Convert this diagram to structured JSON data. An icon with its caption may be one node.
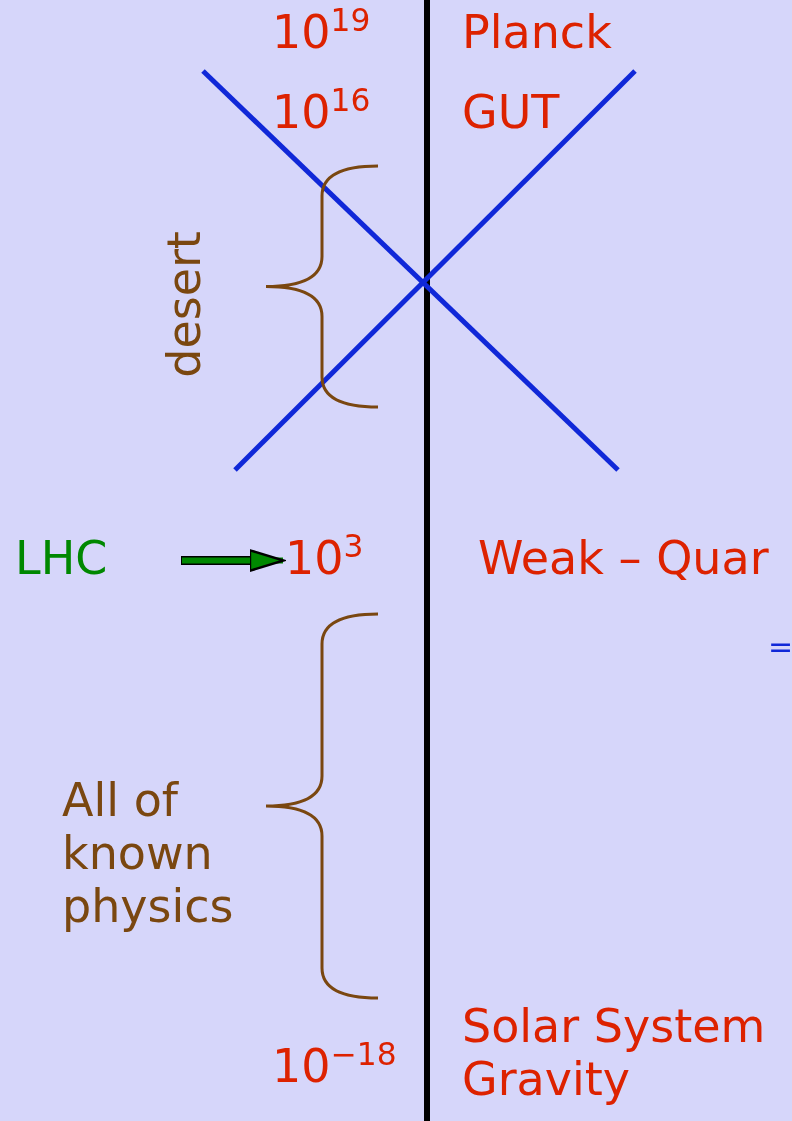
{
  "diagram": {
    "nodes": [
      {
        "text": [
          "LHC"
        ]
      },
      {
        "text": [
          "10$^{3}$"
        ]
      }
    ],
    "edges": [
      {
        "from": 0,
        "to": 1,
        "arrow": "to"
      }
    ],
    "labels": [
      "10$^{19}$",
      "Planck",
      "10$^{16}$",
      "GUT",
      "desert",
      "Weak – Quar",
      "=",
      "All of known physics",
      "10$^{−18}$",
      "Solar System Gravity"
    ]
  }
}
